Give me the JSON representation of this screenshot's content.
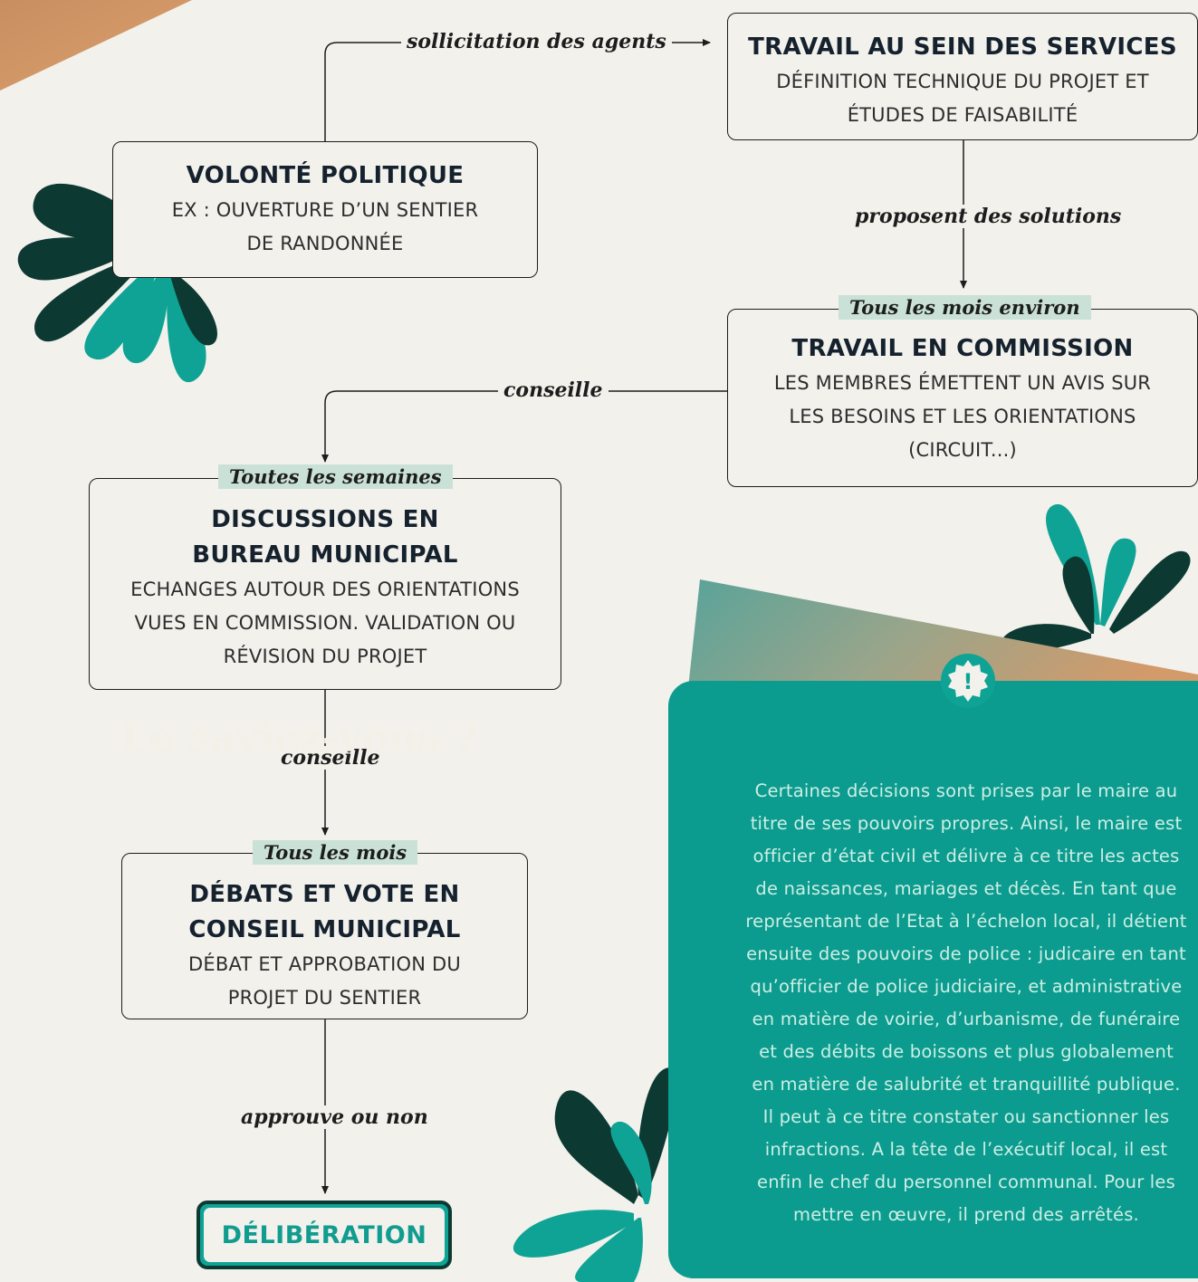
{
  "nodes": {
    "volonte": {
      "title": "VOLONTÉ POLITIQUE",
      "desc_lines": [
        "EX : OUVERTURE D’UN SENTIER",
        "DE RANDONNÉE"
      ]
    },
    "services": {
      "title": "TRAVAIL AU SEIN DES SERVICES",
      "desc_lines": [
        "DÉFINITION TECHNIQUE DU PROJET ET",
        "ÉTUDES DE FAISABILITÉ"
      ]
    },
    "commission": {
      "frequency": "Tous les mois environ",
      "title": "TRAVAIL EN COMMISSION",
      "desc_lines": [
        "LES MEMBRES ÉMETTENT UN AVIS SUR",
        "LES BESOINS ET LES ORIENTATIONS",
        "(CIRCUIT...)"
      ]
    },
    "bureau": {
      "frequency": "Toutes les semaines",
      "title_lines": [
        "DISCUSSIONS EN",
        "BUREAU MUNICIPAL"
      ],
      "desc_lines": [
        "ECHANGES AUTOUR DES ORIENTATIONS",
        "VUES EN COMMISSION. VALIDATION OU",
        "RÉVISION DU PROJET"
      ]
    },
    "conseil": {
      "frequency": "Tous les mois",
      "title_lines": [
        "DÉBATS ET VOTE EN",
        "CONSEIL MUNICIPAL"
      ],
      "desc_lines": [
        "DÉBAT ET APPROBATION DU",
        "PROJET DU SENTIER"
      ]
    },
    "deliberation": {
      "title": "DÉLIBÉRATION"
    }
  },
  "edges": {
    "sollicitation": "sollicitation des agents",
    "proposent": "proposent des solutions",
    "conseille_1": "conseille",
    "conseille_2": "conseille",
    "approuve": "approuve ou non"
  },
  "info": {
    "badge": "!",
    "title": "Le saviez-vous ?",
    "lines": [
      "Certaines décisions sont prises par le maire au",
      "titre de ses pouvoirs propres. Ainsi, le maire est",
      "officier d’état civil et délivre à ce titre les actes",
      "de naissances, mariages et décès. En tant que",
      "représentant de l’Etat à l’échelon local, il détient",
      "ensuite des pouvoirs de police : judicaire en tant",
      "qu’officier de police judiciaire, et administrative",
      "en matière de voirie, d’urbanisme, de funéraire",
      "et des débits de boissons et plus globalement",
      "en matière de salubrité et tranquillité publique.",
      "Il peut à ce titre constater ou sanctionner les",
      "infractions.  A la tête de l’exécutif local, il est",
      "enfin le chef du personnel communal. Pour les",
      "mettre en œuvre, il prend des arrêtés."
    ]
  },
  "colors": {
    "background": "#f2f1ec",
    "teal": "#0fa395",
    "dark_green": "#0c3a33",
    "tag_bg": "#c9e1d6",
    "orange": "#d4935e"
  },
  "decorations": [
    "leaf-cluster",
    "leaf-cluster",
    "leaf-cluster",
    "orange-corner",
    "gradient-banner"
  ]
}
